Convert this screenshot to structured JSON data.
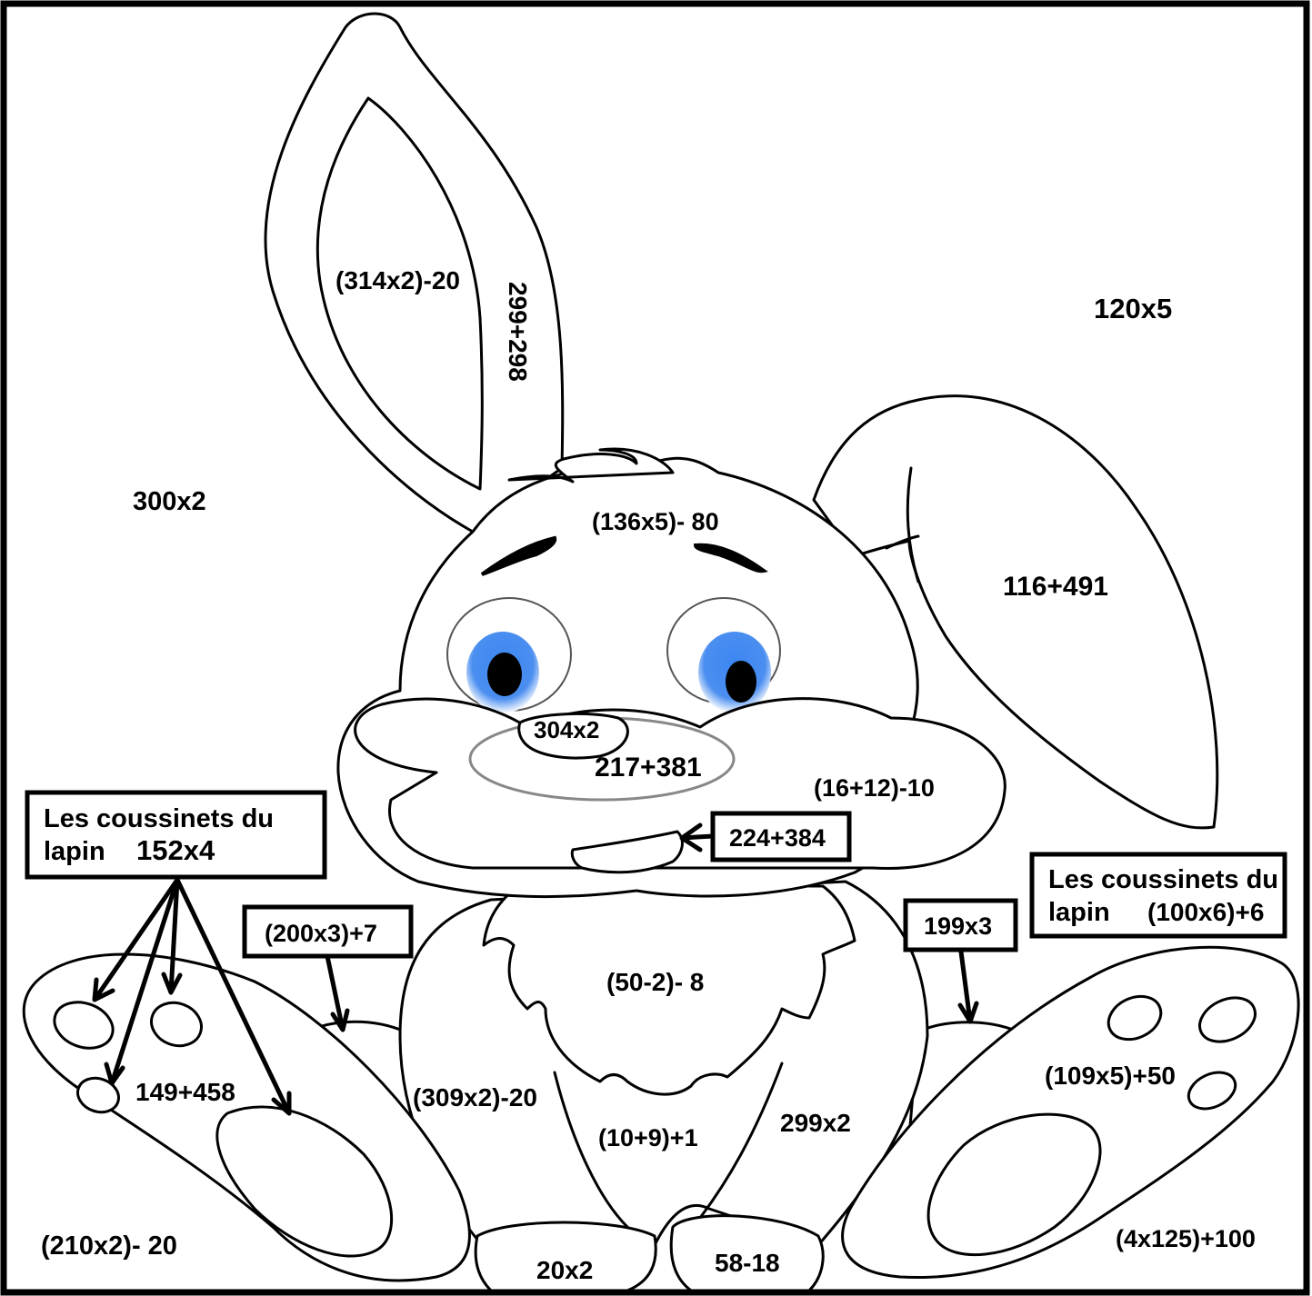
{
  "labels": {
    "ear_inner_left": "(314x2)-20",
    "ear_outer_left": "299+298",
    "sky_right": "120x5",
    "sky_left": "300x2",
    "head": "(136x5)- 80",
    "ear_right": "116+491",
    "nose": "304x2",
    "muzzle": "217+381",
    "cheek_right": "(16+12)-10",
    "tongue": "224+384",
    "chest": "(50-2)- 8",
    "body_left": "(309x2)-20",
    "belly": "(10+9)+1",
    "body_right": "299x2",
    "foot_left_heel_pad": "149+458",
    "foot_right_pads": "(109x5)+50",
    "leg_left_behind": "(200x3)+7",
    "leg_right_behind": "199x3",
    "toe_left": "20x2",
    "toe_right": "58-18",
    "ground_left": "(210x2)- 20",
    "ground_right": "(4x125)+100"
  },
  "boxes": {
    "left_pads_line1": "Les coussinets du",
    "left_pads_line2": "lapin",
    "left_pads_value": "152x4",
    "right_pads_line1": "Les coussinets du",
    "right_pads_line2": "lapin",
    "right_pads_value": "(100x6)+6"
  },
  "colors": {
    "line": "#000000",
    "eye_blue": "#4a8ef0",
    "muzzle_gray": "#888888",
    "background": "#ffffff"
  }
}
